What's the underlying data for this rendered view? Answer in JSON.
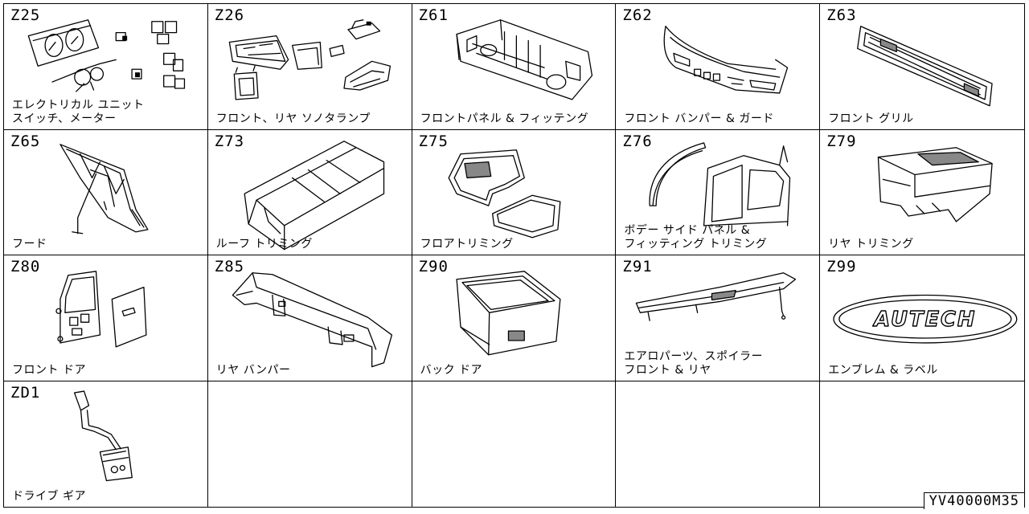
{
  "cells": [
    {
      "code": "Z25",
      "label": "エレクトリカル ユニット\nスイッチ、メーター",
      "icon": "electrical-unit-parts-icon"
    },
    {
      "code": "Z26",
      "label": "フロント、リヤ ソノタランプ",
      "icon": "lamps-icon"
    },
    {
      "code": "Z61",
      "label": "フロントパネル & フィッテング",
      "icon": "front-panel-icon"
    },
    {
      "code": "Z62",
      "label": "フロント バンパー & ガード",
      "icon": "front-bumper-icon"
    },
    {
      "code": "Z63",
      "label": "フロント グリル",
      "icon": "front-grille-icon"
    },
    {
      "code": "Z65",
      "label": "フード",
      "icon": "hood-icon"
    },
    {
      "code": "Z73",
      "label": "ルーフ トリミング",
      "icon": "roof-trim-icon"
    },
    {
      "code": "Z75",
      "label": "フロアトリミング",
      "icon": "floor-mat-icon"
    },
    {
      "code": "Z76",
      "label": "ボデー サイド パネル &\nフィッティング トリミング",
      "icon": "body-side-panel-icon"
    },
    {
      "code": "Z79",
      "label": "リヤ トリミング",
      "icon": "rear-trim-icon"
    },
    {
      "code": "Z80",
      "label": "フロント ドア",
      "icon": "front-door-icon"
    },
    {
      "code": "Z85",
      "label": "リヤ バンパー",
      "icon": "rear-bumper-icon"
    },
    {
      "code": "Z90",
      "label": "バック ドア",
      "icon": "back-door-icon"
    },
    {
      "code": "Z91",
      "label": "エアロパーツ、スポイラー\nフロント & リヤ",
      "icon": "spoiler-icon"
    },
    {
      "code": "Z99",
      "label": "エンブレム & ラベル",
      "icon": "emblem-icon",
      "emblem_text": "AUTECH"
    },
    {
      "code": "ZD1",
      "label": "ドライブ ギア",
      "icon": "drive-gear-icon"
    }
  ],
  "reference": "YV40000M35"
}
